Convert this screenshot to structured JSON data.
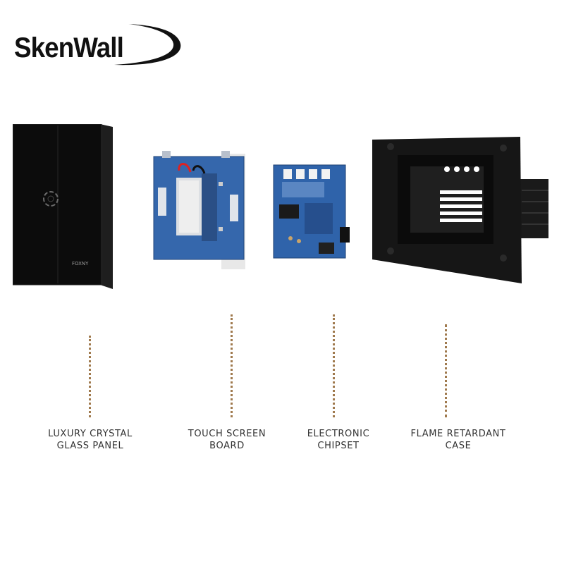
{
  "logo": {
    "text": "SkenWall"
  },
  "product_label": "FOXNY",
  "parts": [
    {
      "line1": "LUXURY CRYSTAL",
      "line2": "GLASS PANEL"
    },
    {
      "line1": "TOUCH SCREEN",
      "line2": "BOARD"
    },
    {
      "line1": "ELECTRONIC",
      "line2": "CHIPSET"
    },
    {
      "line1": "FLAME RETARDANT",
      "line2": "CASE"
    }
  ],
  "colors": {
    "dotted_line": "#a07a4e",
    "panel": "#0c0c0c",
    "pcb": "#2f5fa3",
    "case": "#161616"
  }
}
